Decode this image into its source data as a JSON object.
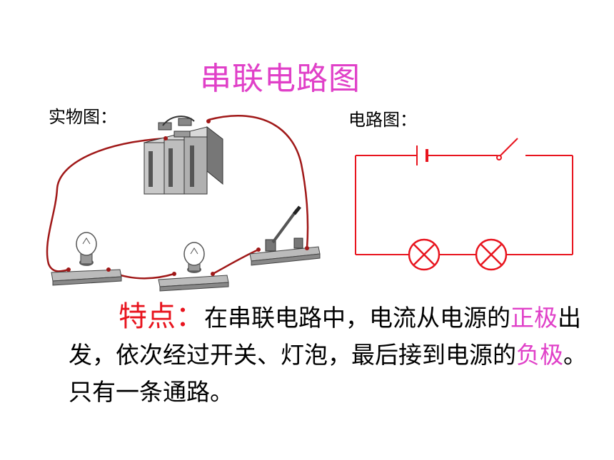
{
  "title": "串联电路图",
  "labels": {
    "photo": "实物图：",
    "diagram": "电路图："
  },
  "paragraph": {
    "heading": "特点：",
    "part1": "在串联电路中，电流从电源的",
    "positive": "正极",
    "part2": "出发，依次经过开关、灯泡，最后接到电源的",
    "negative": "负极",
    "part3": "。只有一条通路。"
  },
  "colors": {
    "title": "#e040c8",
    "heading": "#e8141e",
    "circuit": "#e8141e",
    "wire": "#a01818"
  }
}
